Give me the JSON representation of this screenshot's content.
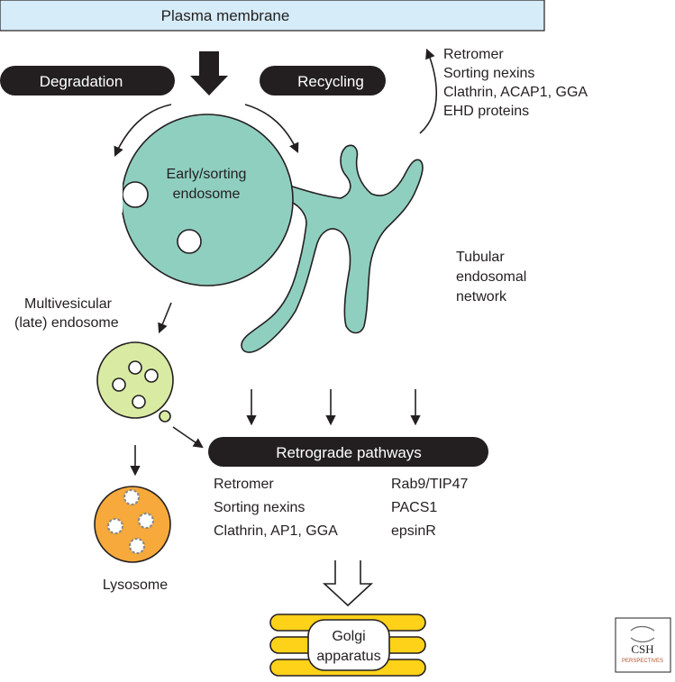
{
  "plasma_membrane": "Plasma membrane",
  "degradation": "Degradation",
  "recycling": "Recycling",
  "recycling_machinery": [
    "Retromer",
    "Sorting nexins",
    "Clathrin, ACAP1, GGA",
    "EHD proteins"
  ],
  "early_endosome": [
    "Early/sorting",
    "endosome"
  ],
  "tubular_network": [
    "Tubular",
    "endosomal",
    "network"
  ],
  "mvb": [
    "Multivesicular",
    "(late) endosome"
  ],
  "retrograde_pathways": "Retrograde pathways",
  "retrograde_left": [
    "Retromer",
    "Sorting nexins",
    "Clathrin, AP1, GGA"
  ],
  "retrograde_right": [
    "Rab9/TIP47",
    "PACS1",
    "epsinR"
  ],
  "lysosome": "Lysosome",
  "golgi": [
    "Golgi",
    "apparatus"
  ],
  "logo": [
    "CSH",
    "PERSPECTIVES"
  ],
  "colors": {
    "membrane": "#d6ecf8",
    "endosome": "#8fcfc0",
    "mvb": "#d9eba3",
    "lysosome": "#f7a93b",
    "golgi": "#ffd21a",
    "pill": "#231f20"
  }
}
